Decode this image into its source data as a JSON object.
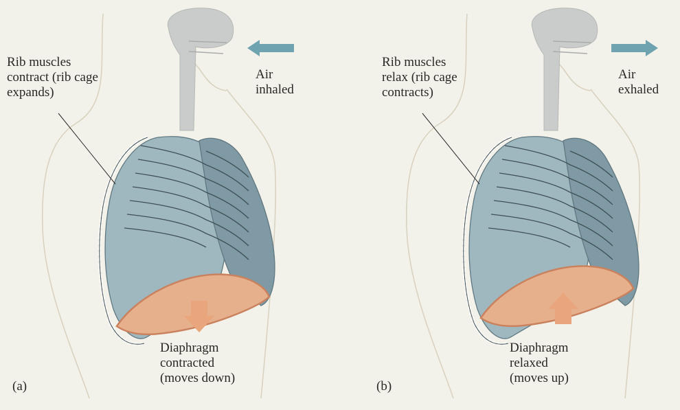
{
  "panels": [
    {
      "id": "a",
      "panel_letter": "(a)",
      "rib_label": "Rib muscles\ncontract (rib cage\nexpands)",
      "air_label": "Air\ninhaled",
      "diaphragm_label": "Diaphragm\ncontracted\n(moves down)",
      "air_direction": "left",
      "diaphragm_direction": "down"
    },
    {
      "id": "b",
      "panel_letter": "(b)",
      "rib_label": "Rib muscles\nrelax (rib cage\ncontracts)",
      "air_label": "Air\nexhaled",
      "diaphragm_label": "Diaphragm\nrelaxed\n(moves up)",
      "air_direction": "right",
      "diaphragm_direction": "up"
    }
  ],
  "colors": {
    "background": "#f3f2ea",
    "lung_fill": "#9fb8c0",
    "lung_shade": "#7f9aa4",
    "diaphragm": "#e7b08d",
    "diaphragm_edge": "#c9825d",
    "body_outline": "#d9d2c0",
    "airway": "#c9ccca",
    "air_arrow": "#6fa3b0",
    "diaphragm_arrow": "#e9a57c"
  }
}
